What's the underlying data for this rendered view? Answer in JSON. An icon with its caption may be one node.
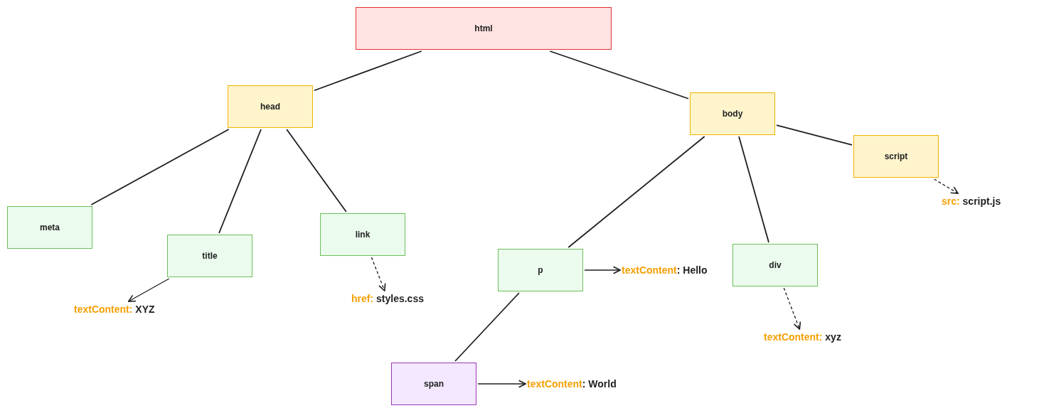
{
  "diagram": {
    "nodes": [
      {
        "text": [
          "html"
        ]
      },
      {
        "text": [
          "head"
        ]
      },
      {
        "text": [
          "body"
        ]
      },
      {
        "text": [
          "meta"
        ]
      },
      {
        "text": [
          "title"
        ]
      },
      {
        "text": [
          "link"
        ]
      },
      {
        "text": [
          "p"
        ]
      },
      {
        "text": [
          "div"
        ]
      },
      {
        "text": [
          "script"
        ]
      },
      {
        "text": [
          "span"
        ]
      },
      {
        "text": [
          "textContent:",
          "XYZ"
        ]
      },
      {
        "text": [
          "href:",
          "styles.css"
        ]
      },
      {
        "text": [
          "textContent",
          ": Hello"
        ]
      },
      {
        "text": [
          "textContent:",
          "xyz"
        ]
      },
      {
        "text": [
          "src:",
          "script.js"
        ]
      },
      {
        "text": [
          "textContent",
          ": World"
        ]
      }
    ],
    "edges": [
      {
        "from": 0,
        "to": 1,
        "arrow": "none"
      },
      {
        "from": 0,
        "to": 2,
        "arrow": "none"
      },
      {
        "from": 1,
        "to": 3,
        "arrow": "none"
      },
      {
        "from": 1,
        "to": 4,
        "arrow": "none"
      },
      {
        "from": 1,
        "to": 5,
        "arrow": "none"
      },
      {
        "from": 2,
        "to": 6,
        "arrow": "none"
      },
      {
        "from": 2,
        "to": 7,
        "arrow": "none"
      },
      {
        "from": 2,
        "to": 8,
        "arrow": "none"
      },
      {
        "from": 6,
        "to": 9,
        "arrow": "none"
      },
      {
        "from": 4,
        "to": 10,
        "arrow": "to"
      },
      {
        "from": 5,
        "to": 11,
        "arrow": "to",
        "style": "dashed"
      },
      {
        "from": 6,
        "to": 12,
        "arrow": "to"
      },
      {
        "from": 7,
        "to": 13,
        "arrow": "to",
        "style": "dashed"
      },
      {
        "from": 8,
        "to": 14,
        "arrow": "to",
        "style": "dashed"
      },
      {
        "from": 9,
        "to": 15,
        "arrow": "to"
      }
    ]
  }
}
